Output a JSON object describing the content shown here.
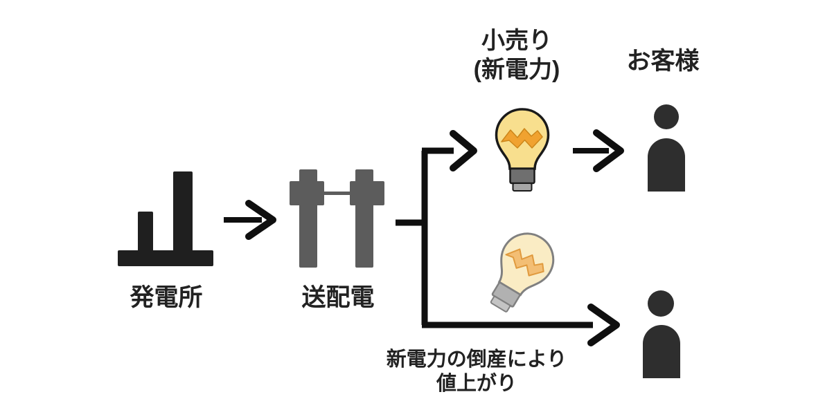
{
  "diagram": {
    "type": "flow-diagram",
    "topic": "electricity-supply-chain",
    "labels": {
      "power_plant": "発電所",
      "transmission": "送配電",
      "retail_line1": "小売り",
      "retail_line2": "(新電力)",
      "customer": "お客様",
      "note_line1": "新電力の倒産により",
      "note_line2": "値上がり"
    },
    "icons": [
      "power-plant-icon",
      "transmission-towers-icon",
      "lightbulb-lit-icon",
      "lightbulb-faded-icon",
      "person-icon-top",
      "person-icon-bottom"
    ],
    "connections": [
      {
        "from": "power-plant",
        "to": "transmission",
        "style": "arrow"
      },
      {
        "from": "transmission",
        "to": "split",
        "style": "line"
      },
      {
        "from": "split",
        "to": "retail-lightbulb",
        "style": "arrow",
        "branch": "top"
      },
      {
        "from": "retail-lightbulb",
        "to": "customer-top",
        "style": "arrow"
      },
      {
        "from": "split",
        "to": "customer-bottom",
        "style": "arrow",
        "branch": "bottom"
      }
    ],
    "colors": {
      "background": "#ffffff",
      "text": "#222222",
      "line_black": "#0f0f0f",
      "plant_black": "#1f1f1f",
      "tower_gray": "#5c5c5c",
      "person_dark": "#2e2e2e",
      "bulb_yellow": "#f8df8e",
      "bulb_outline": "#1a1a1a",
      "bolt_orange": "#f0a230",
      "bolt_orange_dark": "#cc861a",
      "bulb_base": "#6f6f6f",
      "bulb_base_tip": "#a6a6a6",
      "faded_yellow": "#faecc4",
      "faded_outline": "#808080",
      "faded_bolt": "#f3be74",
      "faded_bolt_dark": "#e09a3e",
      "faded_base": "#b1b1b1",
      "faded_base_tip": "#c4c4c4"
    }
  }
}
